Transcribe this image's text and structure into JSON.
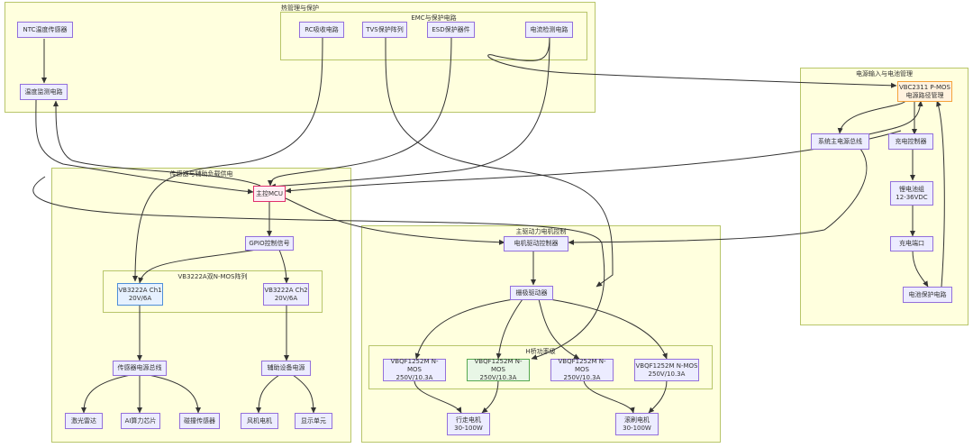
{
  "groups": {
    "thermal": "热管理与保护",
    "emc": "EMC与保护电路",
    "power_input": "电源输入与电池管理",
    "sensor_aux": "传感器与辅助负载供电",
    "nmos_array": "VB3222A双N-MOS阵列",
    "motor": "主驱动力电机控制",
    "h_bridge": "H桥功率级"
  },
  "nodes": {
    "ntc": "NTC温度传感器",
    "temp_monitor": "温度监测电路",
    "rc": "RC吸收电路",
    "tvs": "TVS保护阵列",
    "esd": "ESD保护器件",
    "current": "电流检测电路",
    "pmos": "VBC2311 P-MOS\n电源路径管理",
    "sys_bus": "系统主电源总线",
    "charge_ctrl": "充电控制器",
    "battery": "锂电池组\n12-36VDC",
    "charge_port": "充电端口",
    "bat_protect": "电池保护电路",
    "mcu": "主控MCU",
    "gpio": "GPIO控制信号",
    "ch1": "VB3222A Ch1\n20V/6A",
    "ch2": "VB3222A Ch2\n20V/6A",
    "sensor_bus": "传感器电源总线",
    "aux_power": "辅助设备电源",
    "lidar": "激光雷达",
    "ai_chip": "AI算力芯片",
    "collision": "碰撞传感器",
    "fan": "风机电机",
    "display": "显示单元",
    "motor_ctrl": "电机驱动控制器",
    "gate_driver": "栅极驱动器",
    "q1": "VBQF1252M N-MOS\n250V/10.3A",
    "q2": "VBQF1252M N-MOS\n250V/10.3A",
    "q3": "VBQF1252M N-MOS\n250V/10.3A",
    "q4": "VBQF1252M N-MOS\n250V/10.3A",
    "walk_motor": "行走电机\n30-100W",
    "roll_motor": "滚刷电机\n30-100W"
  }
}
